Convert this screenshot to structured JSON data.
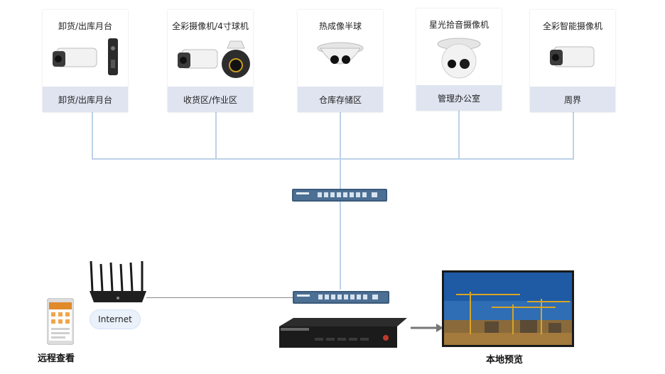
{
  "cameras": [
    {
      "title": "卸货/出库月台",
      "label": "卸货/出库月台",
      "icon": "bullet-camera-and-panel-icon"
    },
    {
      "title": "全彩摄像机/4寸球机",
      "label": "收货区/作业区",
      "icon": "bullet-and-dome-camera-icon"
    },
    {
      "title": "热成像半球",
      "label": "仓库存储区",
      "icon": "thermal-dome-camera-icon"
    },
    {
      "title": "星光拾音摄像机",
      "label": "管理办公室",
      "icon": "turret-camera-icon"
    },
    {
      "title": "全彩智能摄像机",
      "label": "周界",
      "icon": "bullet-camera-icon"
    }
  ],
  "network": {
    "internet_label": "Internet"
  },
  "captions": {
    "remote_view": "远程查看",
    "local_preview": "本地预览"
  }
}
